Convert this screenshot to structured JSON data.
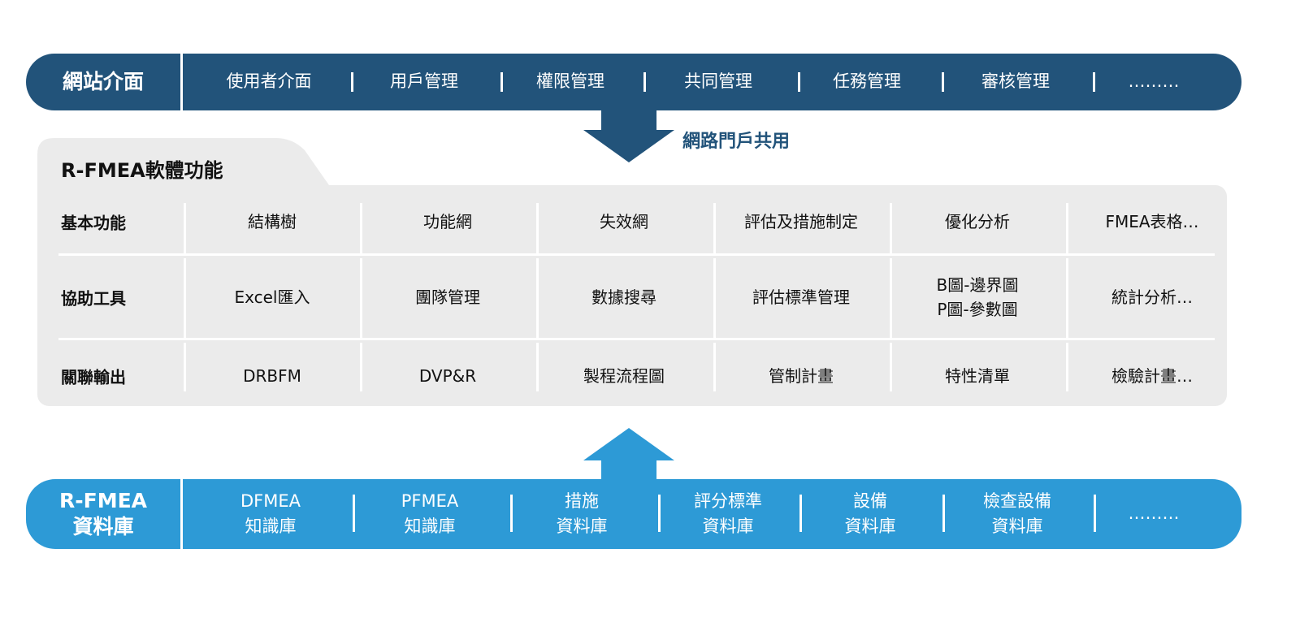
{
  "web_bar": {
    "label": "網站介面",
    "items": [
      "使用者介面",
      "用戶管理",
      "權限管理",
      "共同管理",
      "任務管理",
      "審核管理",
      "………"
    ]
  },
  "shared_label": "網路門戶共用",
  "software": {
    "title": "R-FMEA軟體功能",
    "rows": [
      {
        "label": "基本功能",
        "cells": [
          "結構樹",
          "功能網",
          "失效網",
          "評估及措施制定",
          "優化分析",
          "FMEA表格…"
        ]
      },
      {
        "label": "協助工具",
        "cells": [
          "Excel匯入",
          "團隊管理",
          "數據搜尋",
          "評估標準管理",
          "B圖-邊界圖\nP圖-參數圖",
          "統計分析…"
        ]
      },
      {
        "label": "關聯輸出",
        "cells": [
          "DRBFM",
          "DVP&R",
          "製程流程圖",
          "管制計畫",
          "特性清單",
          "檢驗計畫…"
        ]
      }
    ]
  },
  "db_bar": {
    "label_line1": "R-FMEA",
    "label_line2": "資料庫",
    "items": [
      [
        "DFMEA",
        "知識庫"
      ],
      [
        "PFMEA",
        "知識庫"
      ],
      [
        "措施",
        "資料庫"
      ],
      [
        "評分標準",
        "資料庫"
      ],
      [
        "設備",
        "資料庫"
      ],
      [
        "檢查設備",
        "資料庫"
      ],
      [
        "………",
        ""
      ]
    ]
  },
  "colors": {
    "dark_blue": "#22537a",
    "light_blue": "#2d9ad6",
    "panel_gray": "#ebebeb"
  }
}
